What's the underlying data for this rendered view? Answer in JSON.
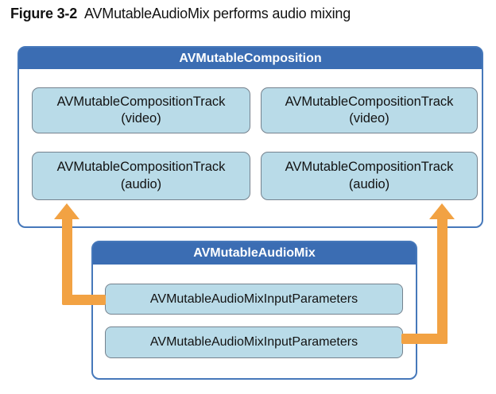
{
  "title": {
    "figure_label": "Figure 3-2",
    "caption": "AVMutableAudioMix performs audio mixing"
  },
  "composition": {
    "header": "AVMutableComposition",
    "tracks": [
      {
        "name": "AVMutableCompositionTrack",
        "kind": "(video)"
      },
      {
        "name": "AVMutableCompositionTrack",
        "kind": "(video)"
      },
      {
        "name": "AVMutableCompositionTrack",
        "kind": "(audio)"
      },
      {
        "name": "AVMutableCompositionTrack",
        "kind": "(audio)"
      }
    ]
  },
  "audio_mix": {
    "header": "AVMutableAudioMix",
    "inputs": [
      {
        "label": "AVMutableAudioMixInputParameters"
      },
      {
        "label": "AVMutableAudioMixInputParameters"
      }
    ]
  },
  "arrows": [
    {
      "name": "left-arrow",
      "from": "audio_mix.inputs.0",
      "to": "composition.tracks.2",
      "direction": "up"
    },
    {
      "name": "right-arrow",
      "from": "audio_mix.inputs.1",
      "to": "composition.tracks.3",
      "direction": "up"
    }
  ],
  "colors": {
    "header-blue": "#3b6db3",
    "box-border-blue": "#4678ba",
    "track-fill": "#b9dbe8",
    "track-border": "#75828e",
    "arrow-orange": "#f2a243",
    "text-dark": "#121212",
    "header-text": "#ffffff"
  }
}
